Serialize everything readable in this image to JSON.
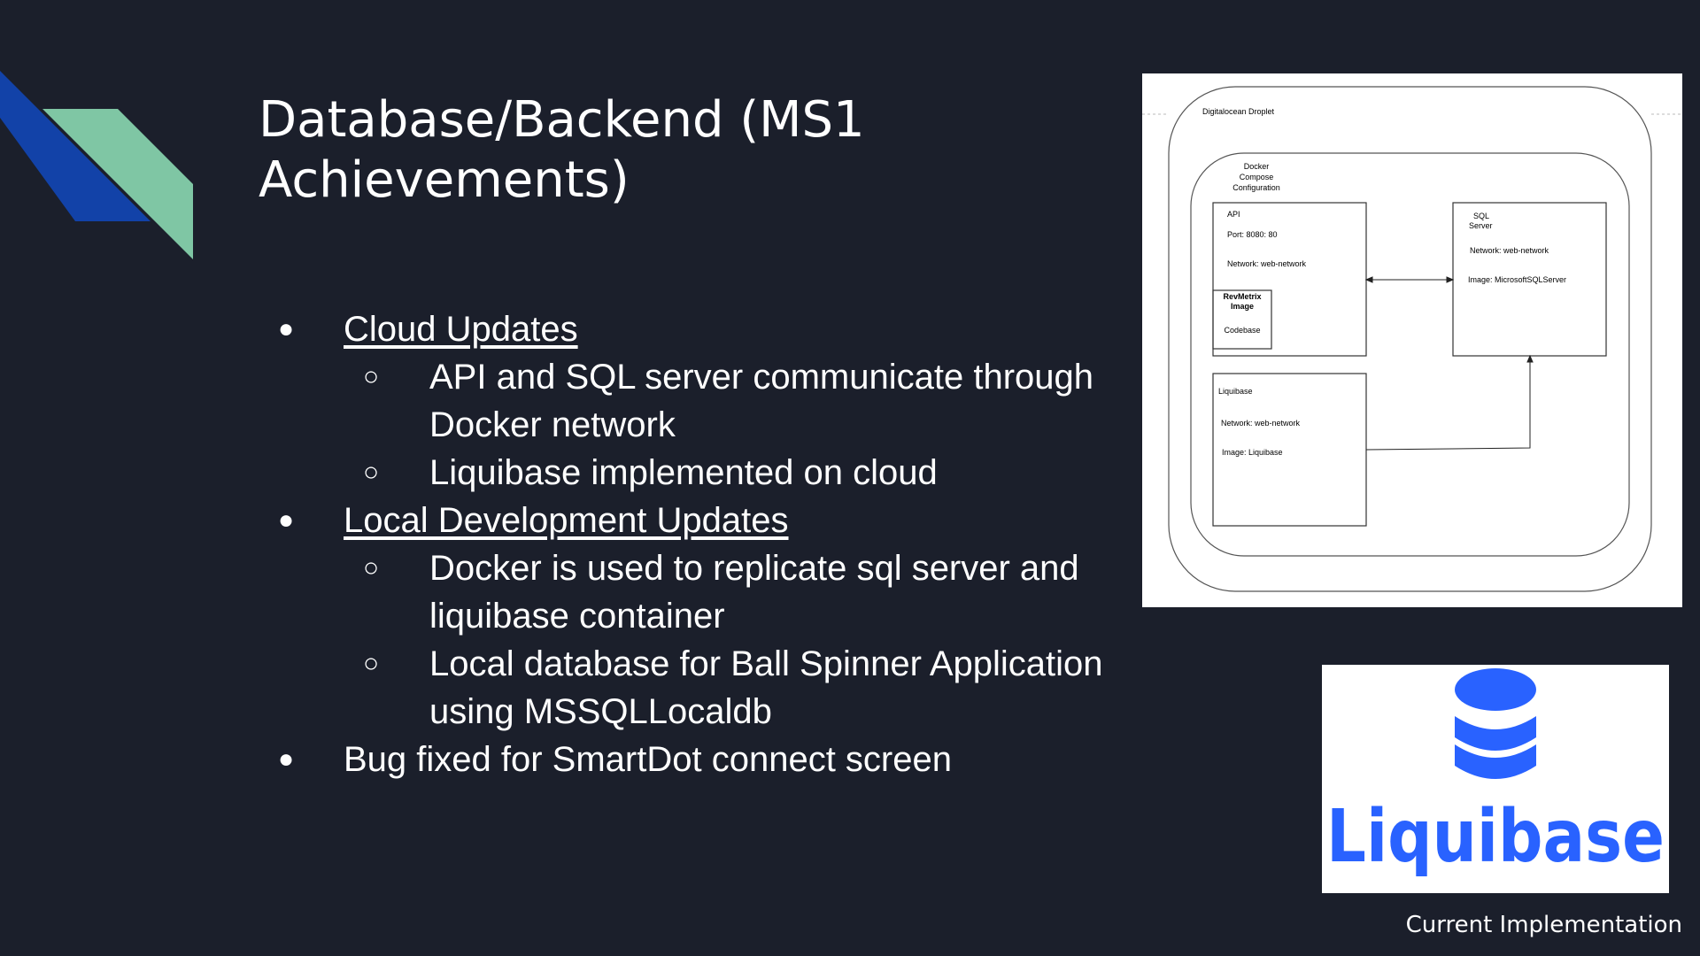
{
  "slide": {
    "title": "Database/Backend (MS1 Achievements)",
    "caption": "Current Implementation",
    "accent_colors": {
      "blue": "#1242a8",
      "green": "#7fc6a4",
      "background": "#1b1f2b"
    }
  },
  "bullets": [
    {
      "text": "Cloud Updates",
      "level": 1,
      "underlined": true
    },
    {
      "text": "API and SQL server communicate through Docker network",
      "level": 2
    },
    {
      "text": "Liquibase implemented on cloud",
      "level": 2
    },
    {
      "text": "Local Development Updates",
      "level": 1,
      "underlined": true
    },
    {
      "text": "Docker is used to replicate sql server and liquibase container",
      "level": 2
    },
    {
      "text": "Local database for Ball Spinner Application using MSSQLLocaldb",
      "level": 2
    },
    {
      "text": "Bug fixed for SmartDot connect screen",
      "level": 1
    }
  ],
  "bullet_markers": {
    "level1": "●",
    "level2": "○"
  },
  "diagram": {
    "droplet_label": "Digitalocean Droplet",
    "compose_label": [
      "Docker",
      "Compose",
      "Configuration"
    ],
    "api": {
      "title": "API",
      "port": "Port: 8080: 80",
      "network": "Network: web-network"
    },
    "image_box": {
      "title": [
        "RevMetrix",
        "Image"
      ],
      "codebase": "Codebase"
    },
    "sql": {
      "title": [
        "SQL",
        "Server"
      ],
      "network": "Network: web-network",
      "image": "Image: MicrosoftSQLServer"
    },
    "liquibase": {
      "title": "Liquibase",
      "network": "Network: web-network",
      "image": "Image: Liquibase"
    }
  },
  "logo": {
    "wordmark": "Liquibase",
    "color": "#2962ff",
    "icon": "database-stack-icon"
  }
}
